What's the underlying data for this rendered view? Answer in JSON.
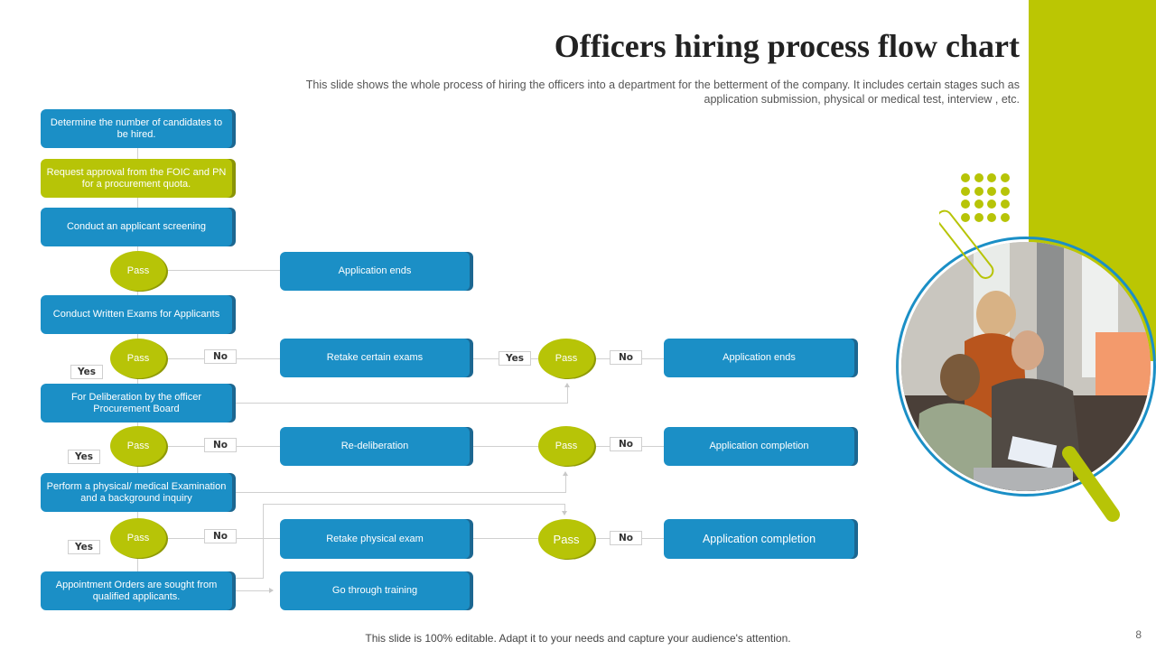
{
  "slide": {
    "title": "Officers hiring process flow chart",
    "subtitle": "This slide shows the whole process of hiring the officers into a department for the betterment of the company. It includes certain stages such as  application submission, physical or medical test, interview  , etc.",
    "footer": "This slide is 100% editable. Adapt it to your needs and capture your audience's attention.",
    "page_number": "8",
    "colors": {
      "accent_green": "#bbc603",
      "primary_blue": "#1b8fc6",
      "shadow_blue": "#1c6791"
    }
  },
  "flow": {
    "main_steps": [
      {
        "label": "Determine the number of candidates to be hired.",
        "color": "blue"
      },
      {
        "label": "Request approval from the FOIC and PN  for a procurement quota.",
        "color": "green"
      },
      {
        "label": "Conduct an applicant screening",
        "color": "blue"
      },
      {
        "label": "Conduct Written Exams for Applicants",
        "color": "blue"
      },
      {
        "label": "For Deliberation  by the officer Procurement Board",
        "color": "blue"
      },
      {
        "label": "Perform a physical/ medical Examination  and a background inquiry",
        "color": "blue"
      },
      {
        "label": "Appointment Orders are sought from qualified applicants.",
        "color": "blue"
      }
    ],
    "decisions": [
      {
        "label": "Pass"
      },
      {
        "label": "Pass"
      },
      {
        "label": "Pass"
      },
      {
        "label": "Pass"
      },
      {
        "label": "Pass"
      },
      {
        "label": "Pass"
      },
      {
        "label": "Pass"
      }
    ],
    "branch_steps": [
      {
        "label": "Application ends"
      },
      {
        "label": "Retake  certain exams"
      },
      {
        "label": "Re-deliberation"
      },
      {
        "label": "Retake  physical exam"
      },
      {
        "label": "Go through training"
      }
    ],
    "outcomes": [
      {
        "label": "Application ends"
      },
      {
        "label": "Application completion"
      },
      {
        "label": "Application completion"
      }
    ],
    "labels": {
      "yes": "Yes",
      "no": "No"
    }
  }
}
